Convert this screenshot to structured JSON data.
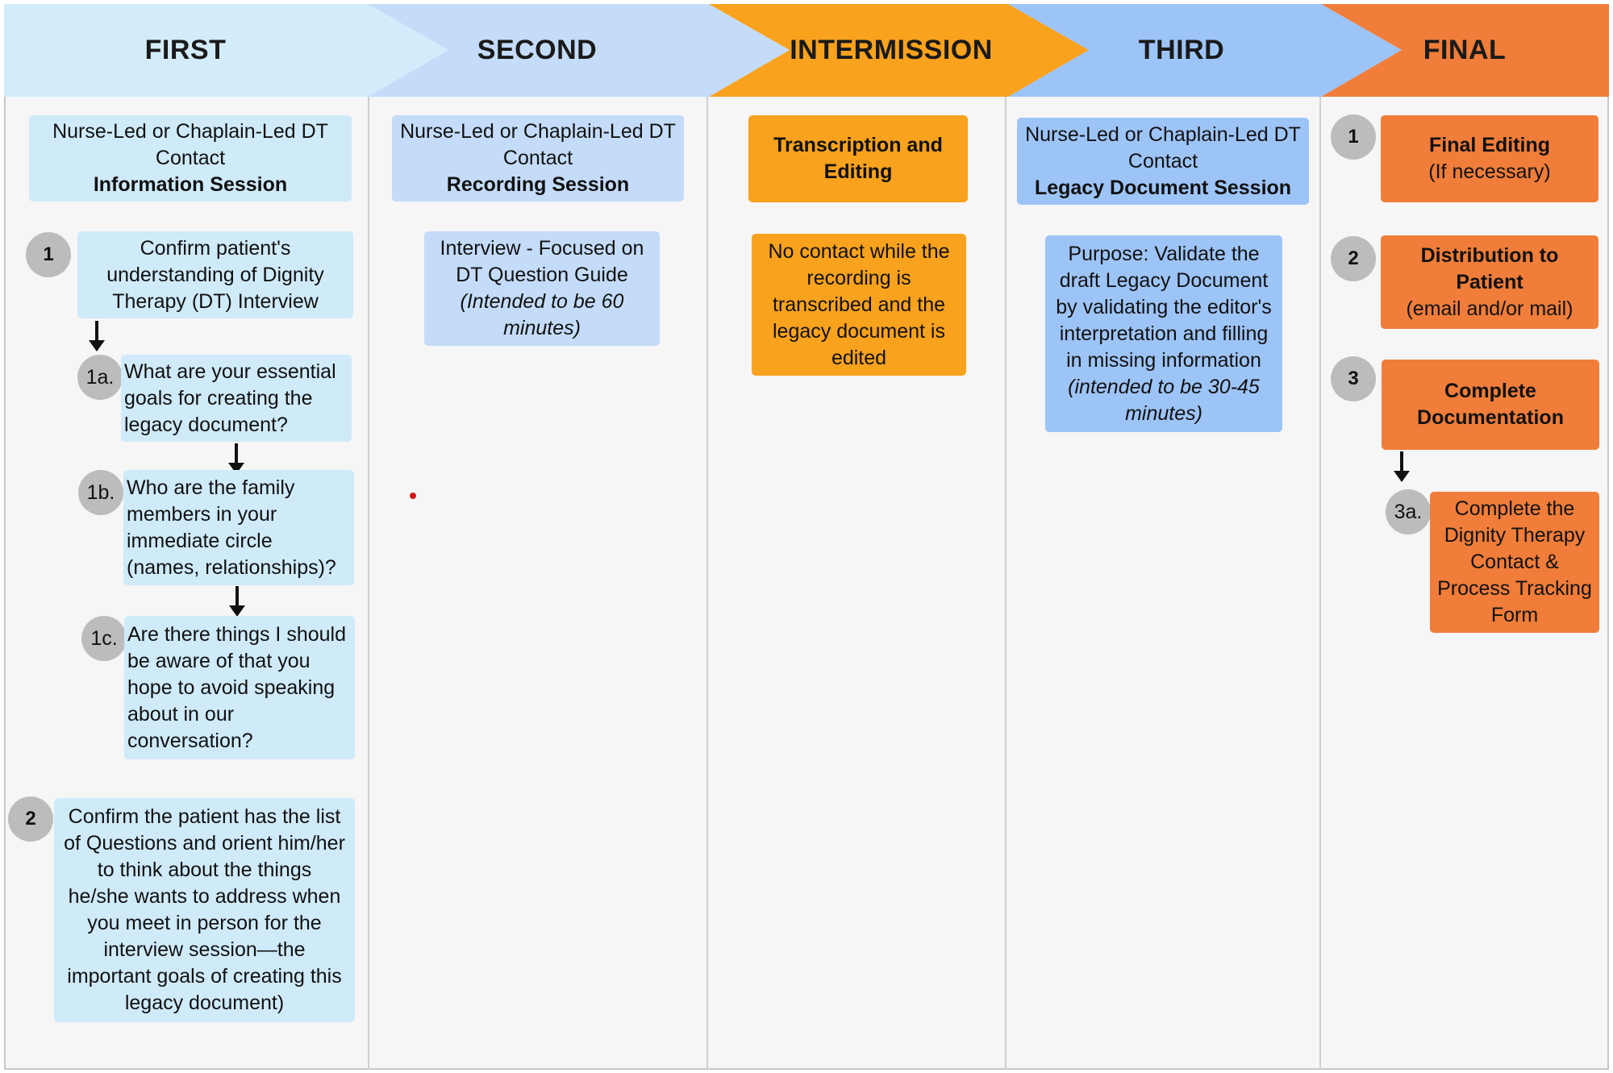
{
  "colors": {
    "first_header": "#d3ecfb",
    "second_header": "#c4dcf9",
    "intermission_header": "#f9a21e",
    "third_header": "#9dc4f7",
    "final_header": "#f07d3a",
    "first_box": "#cfeaf9",
    "second_box": "#c4dcf9",
    "intermission_box": "#f9a21e",
    "third_box": "#9dc4f7",
    "final_box": "#f07d3a",
    "step_badge": "#bcbcbc"
  },
  "columns": [
    {
      "header": "FIRST",
      "contact_box": {
        "line1": "Nurse-Led or Chaplain-Led DT",
        "line2": "Contact",
        "line3": "Information Session"
      },
      "steps": [
        {
          "badge": "1",
          "text": [
            "Confirm patient's",
            "understanding of Dignity",
            "Therapy (DT) Interview"
          ],
          "substeps": [
            {
              "badge": "1a.",
              "text": [
                "What are your essential",
                "goals for creating the",
                "legacy document?"
              ]
            },
            {
              "badge": "1b.",
              "text": [
                "Who are the family",
                "members in your",
                "immediate circle",
                "(names, relationships)?"
              ]
            },
            {
              "badge": "1c.",
              "text": [
                "Are there things I should",
                "be aware of that you",
                "hope to avoid speaking",
                "about in our",
                "conversation?"
              ]
            }
          ]
        },
        {
          "badge": "2",
          "text": [
            "Confirm the patient has the list",
            "of Questions and orient him/her",
            "to think about the things",
            "he/she wants to address when",
            "you meet in person for the",
            "interview session—the",
            "important goals of creating this",
            "legacy document)"
          ]
        }
      ]
    },
    {
      "header": "SECOND",
      "contact_box": {
        "line1": "Nurse-Led or Chaplain-Led DT",
        "line2": "Contact",
        "line3": "Recording Session"
      },
      "detail_box": {
        "line1": "Interview - Focused on",
        "line2": "DT Question Guide",
        "italic1": "(Intended to be 60",
        "italic2": "minutes)"
      }
    },
    {
      "header": "INTERMISSION",
      "title_box": {
        "line1": "Transcription and",
        "line2": "Editing"
      },
      "detail_box": [
        "No contact while the",
        "recording is",
        "transcribed and the",
        "legacy document is",
        "edited"
      ]
    },
    {
      "header": "THIRD",
      "contact_box": {
        "line1": "Nurse-Led or Chaplain-Led DT",
        "line2": "Contact",
        "line3": "Legacy Document Session"
      },
      "detail_box": {
        "lines": [
          "Purpose: Validate the",
          "draft Legacy Document",
          "by validating the editor's",
          "interpretation and filling",
          "in missing information"
        ],
        "italic1": "(intended to be 30-45",
        "italic2": "minutes)"
      }
    },
    {
      "header": "FINAL",
      "steps": [
        {
          "badge": "1",
          "title": "Final Editing",
          "subtitle": "(If necessary)"
        },
        {
          "badge": "2",
          "title": "Distribution to Patient",
          "subtitle": "(email and/or mail)"
        },
        {
          "badge": "3",
          "title1": "Complete",
          "title2": "Documentation",
          "substep": {
            "badge": "3a.",
            "text": [
              "Complete the",
              "Dignity Therapy",
              "Contact &",
              "Process Tracking",
              "Form"
            ]
          }
        }
      ]
    }
  ]
}
